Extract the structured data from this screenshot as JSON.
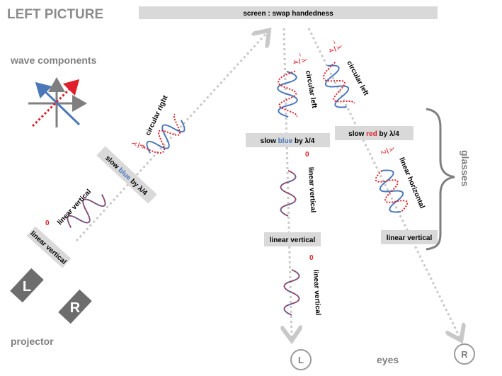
{
  "title": "LEFT PICTURE",
  "screen_label": "screen : swap handedness",
  "wave_components_label": "wave components",
  "projector_label": "projector",
  "eyes_label": "eyes",
  "glasses_label": "glasses",
  "projector_L": "L",
  "projector_R": "R",
  "eye_L": "L",
  "eye_R": "R",
  "projector_path": {
    "filter1": "linear vertical",
    "phase0": "0",
    "wave1": "linear vertical",
    "filter2_pre": "slow ",
    "filter2_word": "blue",
    "filter2_post": " by λ/4",
    "phase_num": "λ",
    "phase_den": "4",
    "wave2": "circular right"
  },
  "left_eye_path": {
    "phase_sign": "−",
    "phase_num": "λ",
    "phase_den": "4",
    "wave1": "circular left",
    "filter1_pre": "slow ",
    "filter1_word": "blue",
    "filter1_post": " by λ/4",
    "phase0a": "0",
    "wave2": "linear vertical",
    "filter2": "linear vertical",
    "phase0b": "0",
    "wave3": "linear vertical"
  },
  "right_eye_path": {
    "phase_sign": "−",
    "phase_num": "λ",
    "phase_den": "4",
    "wave1": "circular left",
    "filter1_pre": "slow ",
    "filter1_word": "red",
    "filter1_post": " by λ/4",
    "phase_num2": "λ",
    "phase_den2": "2",
    "wave2": "linear horizontal",
    "filter2": "linear vertical"
  },
  "colors": {
    "blue": "#4a78b8",
    "red": "#e0202a",
    "gray": "#7f7f7f",
    "box": "#d9d9d9",
    "arrow": "#c8c8c8"
  }
}
